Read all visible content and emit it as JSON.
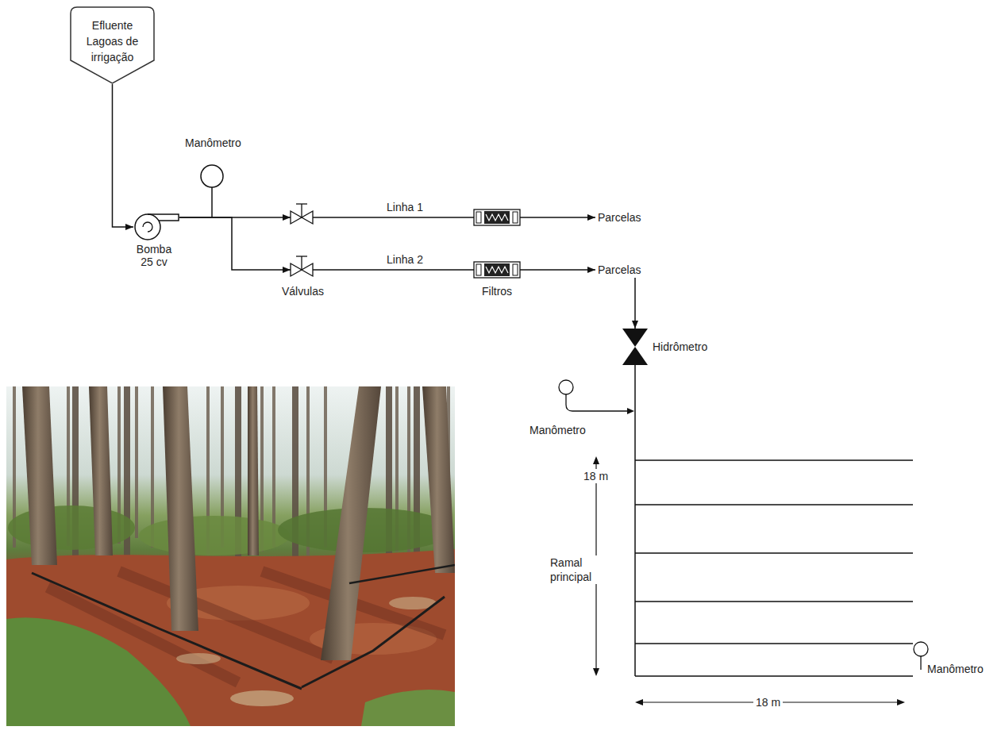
{
  "diagram": {
    "nodes": [
      {
        "text": [
          "Efluente Lagoas de irrigação"
        ]
      },
      {
        "text": [
          "Bomba 25 cv"
        ]
      },
      {
        "text": [
          "Parcelas"
        ]
      },
      {
        "text": [
          "Parcelas"
        ]
      },
      {
        "text": [
          "Hidrômetro"
        ]
      }
    ],
    "edges": [
      {
        "from": 0,
        "to": 1,
        "arrow": "to"
      },
      {
        "from": 1,
        "to": 2,
        "label": "Linha 1",
        "arrow": "to"
      },
      {
        "from": 1,
        "to": 3,
        "label": "Linha 2",
        "arrow": "to"
      },
      {
        "from": 3,
        "to": 4,
        "arrow": "to"
      }
    ],
    "labels": [
      "Manômetro",
      "Válvulas",
      "Filtros",
      "Manômetro",
      "18 m",
      "Ramal principal",
      "Manômetro",
      "18 m"
    ]
  }
}
